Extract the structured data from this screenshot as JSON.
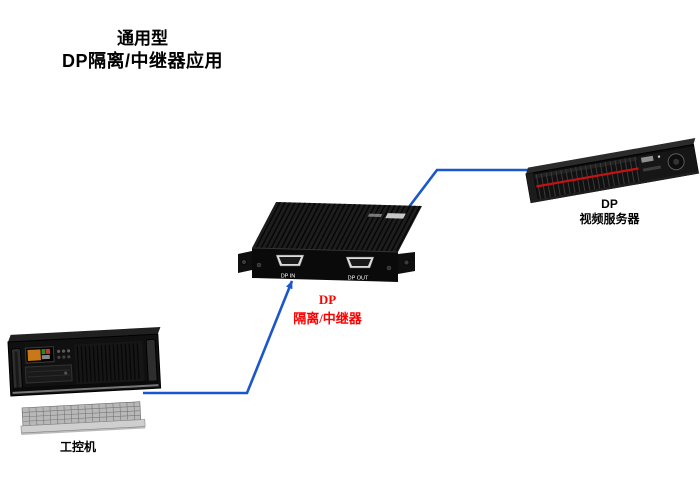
{
  "title": {
    "line1": "通用型",
    "line2": "DP隔离/中继器应用"
  },
  "repeater": {
    "port_in_label": "DP IN",
    "port_out_label": "DP OUT",
    "caption_line1": "DP",
    "caption_line2": "隔离/中继器"
  },
  "server": {
    "caption_line1": "DP",
    "caption_line2": "视频服务器"
  },
  "pc": {
    "caption": "工控机"
  },
  "colors": {
    "cable": "#1a56cc",
    "caption_red": "#ff0000",
    "text": "#000000"
  }
}
